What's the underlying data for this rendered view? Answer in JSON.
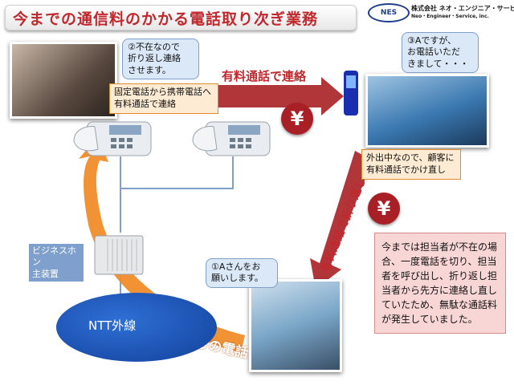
{
  "header": {
    "title": "今までの通信料のかかる電話取り次ぎ業務"
  },
  "logo": {
    "mark": "NES",
    "company_jp": "株式会社 ネオ・エンジニア・サービス",
    "company_en": "Neo・Engineer・Service, inc."
  },
  "callouts": {
    "receptionist": "②不在なので\n折り返し連絡\nさせます。",
    "mobile_person": "③Aですが、\nお電話いただ\nきまして・・・",
    "caller": "①Aさんをお\n願いします。"
  },
  "notes": {
    "fixed_to_mobile": "固定電話から携帯電話へ\n有料通話で連絡",
    "out_of_office": "外出中なので、顧客に\n有料通話でかけ直し",
    "summary": "今までは担当者が不在の場合、一度電話を切り、担当者を呼び出し、折り返し担当者から先方に連絡し直していたため、無駄な通話料が発生していました。"
  },
  "arrows": {
    "paid_call": "有料通話で連絡",
    "paid_callback": "有料通話で折り返し",
    "external_call": "外部からの電話"
  },
  "yen_symbol": "¥",
  "labels": {
    "business_phone": "ビジネスホン\n主装置",
    "ntt_line": "NTT外線"
  },
  "colors": {
    "title_red": "#c0282d",
    "arrow_red": "#a82025",
    "arrow_orange": "#f08a24",
    "ntt_blue": "#1e56b8"
  }
}
